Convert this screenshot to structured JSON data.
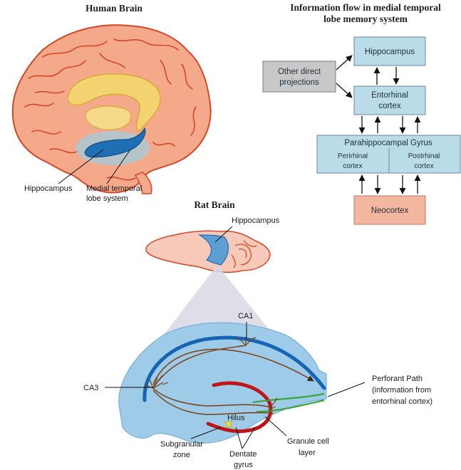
{
  "human_brain": {
    "title": "Human Brain",
    "label_hippocampus": "Hippocampus",
    "label_mtl_line1": "Medial temporal",
    "label_mtl_line2": "lobe system"
  },
  "flow": {
    "title_line1": "Information flow in medial temporal",
    "title_line2": "lobe memory system",
    "hippocampus": "Hippocampus",
    "other_line1": "Other direct",
    "other_line2": "projections",
    "entorhinal_line1": "Entorhinal",
    "entorhinal_line2": "cortex",
    "parahippocampal": "Parahippocampal Gyrus",
    "perirhinal_line1": "Perirhinal",
    "perirhinal_line2": "cortex",
    "postrhinal_line1": "Postrhinal",
    "postrhinal_line2": "cortex",
    "neocortex": "Neocortex"
  },
  "rat_brain": {
    "title": "Rat Brain",
    "label_hippocampus": "Hippocampus"
  },
  "circuit": {
    "ca1": "CA1",
    "ca3": "CA3",
    "hilus": "Hilus",
    "perforant_line1": "Perforant Path",
    "perforant_line2": "(information from",
    "perforant_line3": "entorhinal cortex)",
    "subgranular_line1": "Subgranular",
    "subgranular_line2": "zone",
    "dentate_line1": "Dentate",
    "dentate_line2": "gyrus",
    "granule_line1": "Granule cell",
    "granule_line2": "layer"
  },
  "colors": {
    "brain_fill": "#f4a98a",
    "brain_stroke": "#d5472a",
    "hippocampus_blue": "#1f6fb5",
    "box_fill": "#b9dce8",
    "neocortex_fill": "#f3b7a0",
    "other_fill": "#c8c8c8",
    "circuit_bg": "#9ecbe8",
    "blue_path": "#1565b3",
    "red_path": "#c0161b",
    "green_path": "#3aa33a",
    "brown_path": "#7a3f16"
  }
}
